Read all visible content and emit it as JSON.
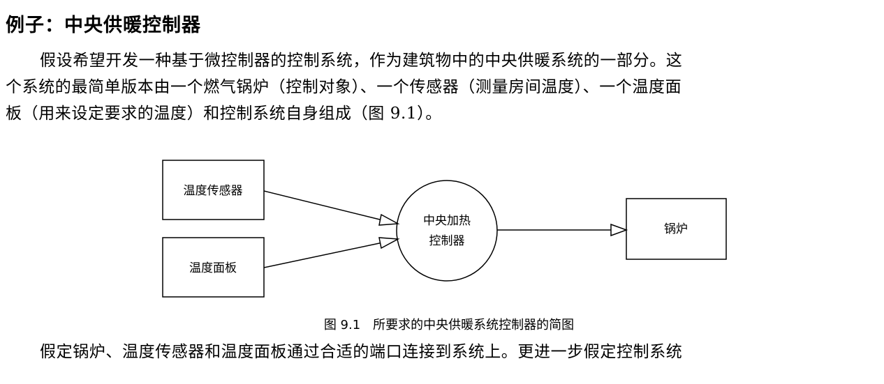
{
  "heading": "例子：中央供暖控制器",
  "paragraph1": {
    "lines": [
      "假设希望开发一种基于微控制器的控制系统，作为建筑物中的中央供暖系统的一部分。这",
      "个系统的最简单版本由一个燃气锅炉（控制对象）、一个传感器（测量房间温度）、一个温度面",
      "板（用来设定要求的温度）和控制系统自身组成（图 9.1）。"
    ]
  },
  "diagram": {
    "sensor_label": "温度传感器",
    "panel_label": "温度面板",
    "controller_label_line1": "中央加热",
    "controller_label_line2": "控制器",
    "boiler_label": "锅炉"
  },
  "figure_caption": {
    "number": "图 9.1",
    "text": "所要求的中央供暖系统控制器的简图"
  },
  "paragraph2": {
    "lines": [
      "假定锅炉、温度传感器和温度面板通过合适的端口连接到系统上。更进一步假定控制系统"
    ]
  },
  "colors": {
    "text": "#000000",
    "background": "#ffffff"
  }
}
